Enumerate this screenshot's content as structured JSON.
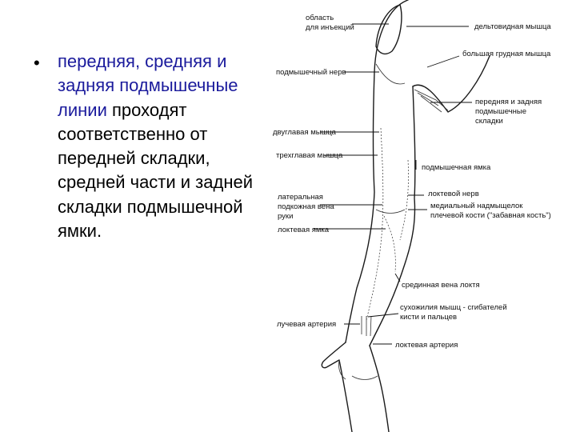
{
  "bullet": {
    "symbol": "•",
    "highlighted_text": "передняя, средняя и задняя подмышечные линии",
    "plain_text": " проходят соответственно от передней складки, средней части и задней складки подмышечной ямки.",
    "highlight_color": "#1a1a9c"
  },
  "diagram_labels": {
    "injection_area": [
      "область",
      "для инъекций"
    ],
    "deltoid": "дельтовидная мышца",
    "pectoralis_major": "большая грудная мышца",
    "axillary_nerve": "подмышечный нерв",
    "axillary_folds": [
      "передняя и задняя",
      "подмышечные",
      "складки"
    ],
    "biceps": "двуглавая мышца",
    "triceps": "трехглавая мышца",
    "axillary_fossa": "подмышечная ямка",
    "ulnar_nerve": "локтевой нерв",
    "cephalic_vein": [
      "латеральная",
      "подкожная вена",
      "руки"
    ],
    "medial_epicondyle": [
      "медиальный надмыщелок",
      "плечевой кости (\"забавная кость\")"
    ],
    "cubital_fossa": "локтевая ямка",
    "median_cubital_vein": "срединная вена локтя",
    "flexor_tendons": [
      "сухожилия мышц - сгибателей",
      "кисти и пальцев"
    ],
    "radial_artery": "лучевая артерия",
    "ulnar_artery": "локтевая артерия"
  }
}
